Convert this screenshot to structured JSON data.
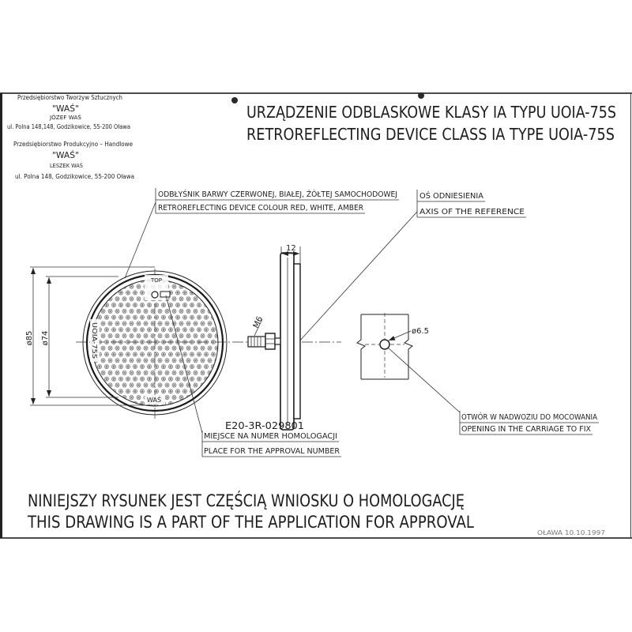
{
  "company": {
    "line1": "Przedsiębiorstwo Tworzyw Sztucznych",
    "name1": "\"WAŚ\"",
    "owner1": "JÓZEF WAŚ",
    "address1": "ul. Polna 148,148, Godzikowice, 55-200 Oława",
    "line2": "Przedsiębiorstwo Produkcyjno – Handlowe",
    "name2": "\"WAŚ\"",
    "owner2": "LESZEK WAŚ",
    "address2": "ul. Polna 148, Godzikowice, 55-200 Oława"
  },
  "title": {
    "pl": "URZĄDZENIE ODBLASKOWE KLASY IA TYPU UOIA-75S",
    "en": "RETROREFLECTING DEVICE CLASS IA TYPE UOIA-75S"
  },
  "labels": {
    "reflector_pl": "ODBŁYŚNIK BARWY CZERWONEJ, BIAŁEJ, ŻÓŁTEJ SAMOCHODOWEJ",
    "reflector_en": "RETROREFLECTING DEVICE COLOUR RED, WHITE, AMBER",
    "axis_pl": "OŚ ODNIESIENIA",
    "axis_en": "AXIS OF THE REFERENCE",
    "approval_pl": "MIEJSCE NA NUMER HOMOLOGACJI",
    "approval_en": "PLACE FOR THE APPROVAL NUMBER",
    "hole_pl": "OTWÓR W NADWOZIU DO MOCOWANIA",
    "hole_en": "OPENING IN THE CARRIAGE TO FIX"
  },
  "drawing": {
    "approval_number": "E20-3R-029801",
    "top_mark": "TOP",
    "type_mark": "UOIA-75S",
    "maker_mark": "WAŚ",
    "dim_outer": "ø85",
    "dim_inner": "ø74",
    "dim_thickness": "12",
    "dim_thread": "M6",
    "dim_hole": "ø6.5"
  },
  "footer": {
    "note_pl": "NINIEJSZY RYSUNEK JEST CZĘŚCIĄ WNIOSKU O HOMOLOGACJĘ",
    "note_en": "THIS DRAWING IS A PART OF THE APPLICATION FOR APPROVAL",
    "place_date": "OŁAWA 10.10.1997"
  }
}
